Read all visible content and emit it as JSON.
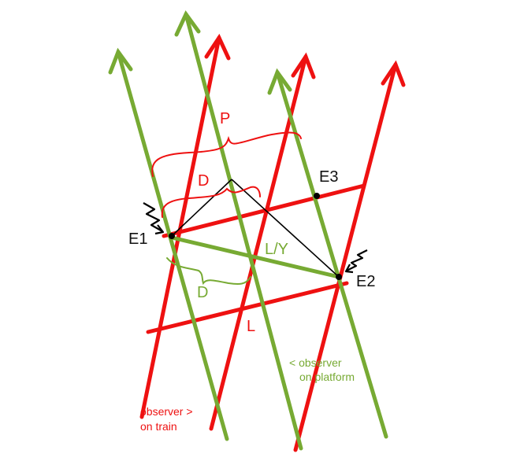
{
  "colors": {
    "red": "#ee1111",
    "green": "#77aa33",
    "black": "#000000",
    "background": "#ffffff"
  },
  "labels": {
    "P": "P",
    "D_top": "D",
    "D_bottom": "D",
    "E1": "E1",
    "E2": "E2",
    "E3": "E3",
    "L": "L",
    "L_over_gamma": "L/Y",
    "observer_train_line1": "observer >",
    "observer_train_line2": "on train",
    "observer_platform_line1": "< observer",
    "observer_platform_line2": "on platform"
  },
  "icons": {
    "lightning_left": "lightning-bolt-icon",
    "lightning_right": "lightning-bolt-icon"
  }
}
